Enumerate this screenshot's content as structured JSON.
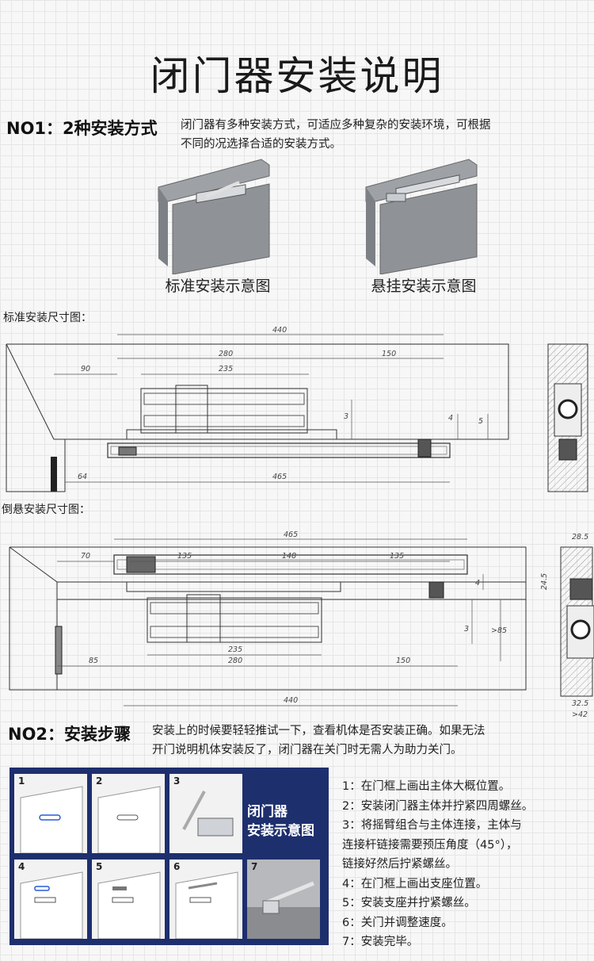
{
  "title": "闭门器安装说明",
  "no1": {
    "heading": "NO1：2种安装方式",
    "desc": [
      "闭门器有多种安装方式，可适应多种复杂的安装环境，可根据",
      "不同的况选择合适的安装方式。"
    ],
    "caption_standard": "标准安装示意图",
    "caption_hanging": "悬挂安装示意图"
  },
  "standard_dims": {
    "label": "标准安装尺寸图：",
    "d440": "440",
    "d280": "280",
    "d150": "150",
    "d90": "90",
    "d235": "235",
    "d3": "3",
    "d4": "4",
    "d5": "5",
    "d64": "64",
    "d465": "465"
  },
  "hanging_dims": {
    "label": "倒悬安装尺寸图：",
    "d465": "465",
    "d70": "70",
    "d135a": "135",
    "d148": "148",
    "d135b": "135",
    "d4": "4",
    "d3": "3",
    "d85v": ">85",
    "d235": "235",
    "d85": "85",
    "d280": "280",
    "d150": "150",
    "d440": "440",
    "side_28": "28.5",
    "side_24": "24.5",
    "side_32": "32.5",
    "side_42": ">42"
  },
  "no2": {
    "heading": "NO2：安装步骤",
    "desc": [
      "安装上的时候要轻轻推试一下，查看机体是否安装正确。如果无法",
      "开门说明机体安装反了，闭门器在关门时无需人为助力关门。"
    ],
    "panel_title": [
      "闭门器",
      "安装示意图"
    ],
    "thumb_numbers": [
      "1",
      "2",
      "3",
      "4",
      "5",
      "6",
      "7"
    ],
    "steps": [
      "1：在门框上画出主体大概位置。",
      "2：安装闭门器主体并拧紧四周螺丝。",
      "3：将摇臂组合与主体连接，主体与",
      "连接杆链接需要预压角度（45°），",
      "链接好然后拧紧螺丝。",
      "4：在门框上画出支座位置。",
      "5：安装支座并拧紧螺丝。",
      "6：关门并调整速度。",
      "7：安装完毕。"
    ]
  },
  "colors": {
    "panel": "#1e2f6e",
    "door": "#8f9398",
    "line": "#333333"
  }
}
